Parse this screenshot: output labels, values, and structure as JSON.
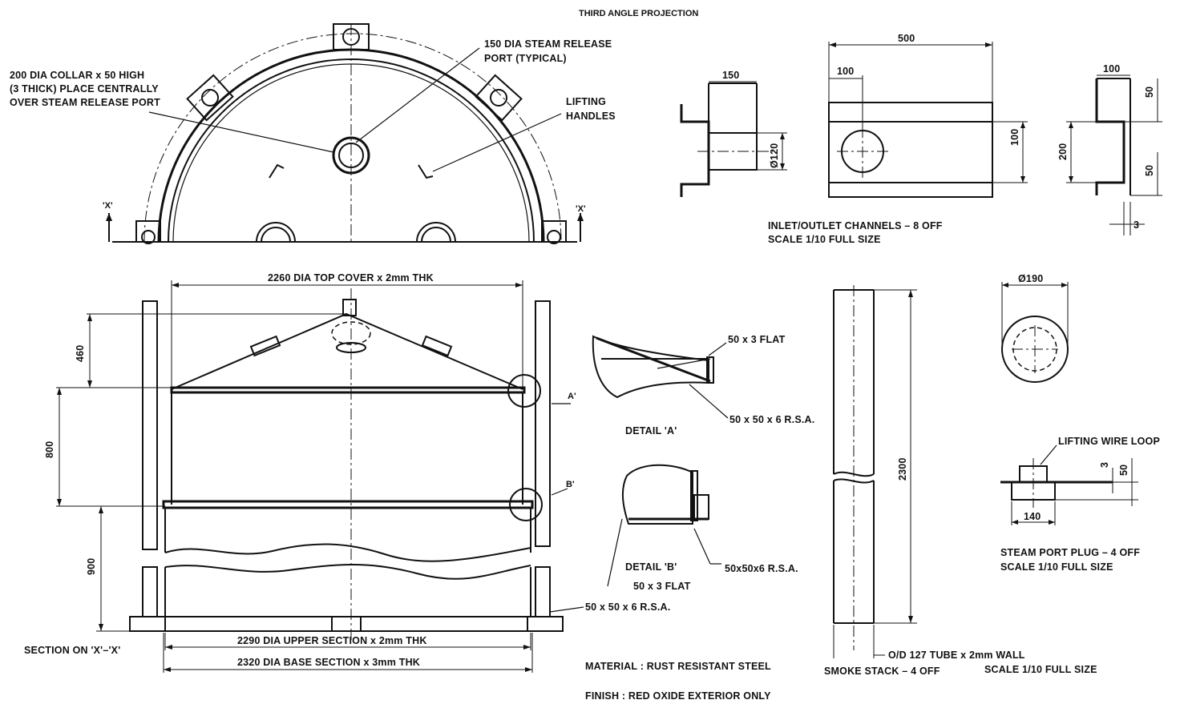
{
  "header": {
    "projection": "THIRD ANGLE PROJECTION"
  },
  "plan_view": {
    "section_mark_left": "'X'",
    "section_mark_right": "'X'",
    "collar_note": [
      "200 DIA COLLAR x 50 HIGH",
      "(3 THICK) PLACE CENTRALLY",
      "OVER STEAM RELEASE PORT"
    ],
    "port_note": [
      "150 DIA STEAM RELEASE",
      "PORT (TYPICAL)"
    ],
    "handles_note": [
      "LIFTING",
      "HANDLES"
    ]
  },
  "section_view": {
    "top_cover": "2260 DIA TOP COVER x 2mm THK",
    "dim_460": "460",
    "dim_800": "800",
    "dim_900": "900",
    "detail_a_mark": "A'",
    "detail_b_mark": "B'",
    "rsa_note": "50 x 50 x 6 R.S.A.",
    "upper_section": "2290 DIA UPPER SECTION x 2mm THK",
    "base_section": "2320 DIA BASE SECTION x 3mm THK",
    "title": "SECTION ON 'X'–'X'"
  },
  "detail_a": {
    "flat": "50 x 3 FLAT",
    "rsa": "50 x 50 x 6 R.S.A.",
    "title": "DETAIL 'A'"
  },
  "detail_b": {
    "title": "DETAIL 'B'",
    "flat": "50 x 3 FLAT",
    "rsa": "50x50x6 R.S.A."
  },
  "channels": {
    "dim_150": "150",
    "dim_120": "Ø120",
    "dim_500": "500",
    "dim_100_left": "100",
    "dim_100_right": "100",
    "dim_100_top": "100",
    "dim_50_top": "50",
    "dim_200": "200",
    "dim_50_bottom": "50",
    "dim_3": "3",
    "title": "INLET/OUTLET CHANNELS – 8 OFF",
    "scale": "SCALE 1/10 FULL SIZE"
  },
  "smoke_stack": {
    "dim_2300": "2300",
    "tube_note": "O/D 127 TUBE x 2mm WALL",
    "title": "SMOKE STACK – 4 OFF",
    "scale": "SCALE 1/10 FULL SIZE"
  },
  "steam_plug": {
    "dim_190": "Ø190",
    "loop_note": "LIFTING WIRE LOOP",
    "dim_3": "3",
    "dim_50": "50",
    "dim_140": "140",
    "title": "STEAM PORT PLUG – 4 OFF",
    "scale": "SCALE 1/10 FULL SIZE"
  },
  "notes": {
    "material": "MATERIAL :  RUST RESISTANT STEEL",
    "finish": "FINISH :  RED OXIDE EXTERIOR ONLY"
  }
}
